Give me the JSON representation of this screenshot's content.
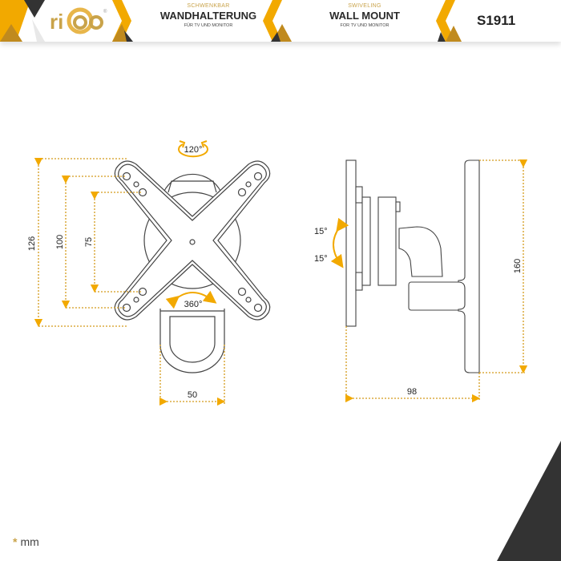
{
  "header": {
    "brand": "ricoo",
    "brand_mark": "®",
    "de": {
      "small": "SCHWENKBAR",
      "title": "WANDHALTERUNG",
      "sub": "FÜR TV UND MONITOR"
    },
    "en": {
      "small": "SWIVELING",
      "title": "WALL MOUNT",
      "sub": "FOR TV UND MONITOR"
    },
    "model": "S1911"
  },
  "colors": {
    "accent": "#f2a900",
    "accent_dark": "#c08a1e",
    "dark": "#333333",
    "line": "#444444"
  },
  "front_view": {
    "dims": {
      "outer": "126",
      "middle": "100",
      "inner": "75",
      "bottom_width": "50"
    },
    "rotations": {
      "tilt_top": "120°",
      "rotate_bottom": "360°"
    }
  },
  "side_view": {
    "tilt_up": "15°",
    "tilt_down": "15°",
    "height": "160",
    "depth": "98"
  },
  "footer": {
    "unit_marker": "*",
    "unit": "mm"
  }
}
